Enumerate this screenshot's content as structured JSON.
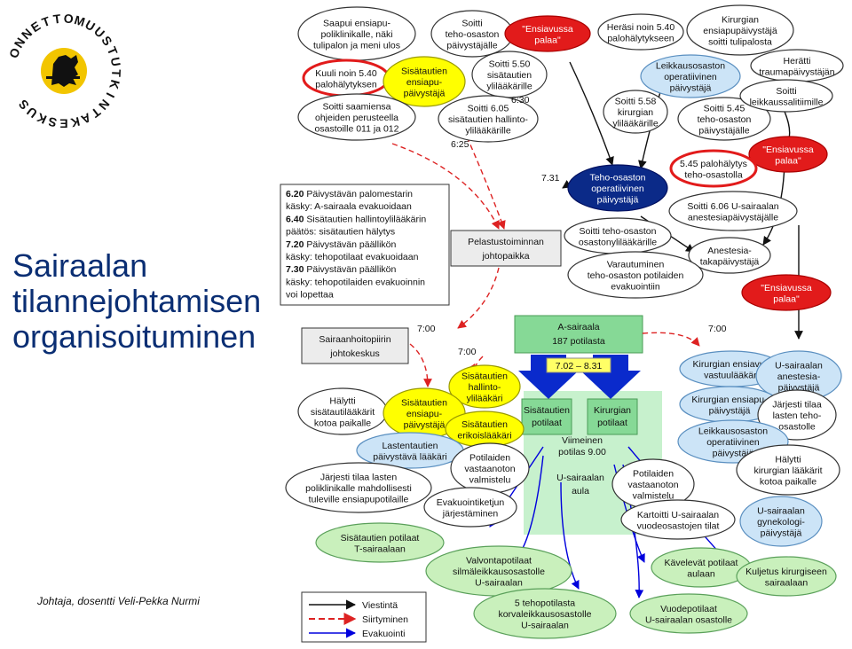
{
  "logo": {
    "ring_text": "ONNETTOMUUSTUTKINTAKESKUS",
    "letters": [
      "O",
      "N",
      "N",
      "E",
      "T",
      "T",
      "O",
      "M",
      "U",
      "U",
      "S",
      "T",
      "U",
      "T",
      "K",
      "I",
      "N",
      "T",
      "A",
      "K",
      "E",
      "S",
      "K",
      "U",
      "S"
    ]
  },
  "title": {
    "line1": "Sairaalan",
    "line2": "tilannejohtamisen",
    "line3": "organisoituminen"
  },
  "author": "Johtaja, dosentti Veli-Pekka Nurmi",
  "colors": {
    "title": "#0a2e73",
    "yellow": "#ffff00",
    "red": "#e21b1b",
    "navy": "#0b2a88",
    "lightblue": "#cce4f7",
    "green": "#c9f0bc",
    "ward": "#c7f1cd",
    "wardHeader": "#86d996",
    "arrow_blue": "#0000dd",
    "arrow_red": "#dd2222"
  },
  "nodes": [
    {
      "id": "n1",
      "style": "white",
      "lines": [
        "Saapui ensiapu-",
        "poliklinikalle, näki",
        "tulipalon ja meni ulos"
      ]
    },
    {
      "id": "n2",
      "style": "white",
      "lines": [
        "Soitti",
        "teho-osaston",
        "päivystäjälle"
      ]
    },
    {
      "id": "n3",
      "style": "red",
      "lines": [
        "\"Ensiavussa",
        "palaa\""
      ]
    },
    {
      "id": "n4",
      "style": "white",
      "lines": [
        "Heräsi noin 5.40",
        "palohälytykseen"
      ]
    },
    {
      "id": "n5",
      "style": "white",
      "lines": [
        "Kirurgian",
        "ensiapupäivystäjä",
        "soitti tulipalosta"
      ]
    },
    {
      "id": "n6",
      "style": "white",
      "redborder": true,
      "lines": [
        "Kuuli noin 5.40",
        "palohälytyksen"
      ]
    },
    {
      "id": "n7",
      "style": "yellow",
      "lines": [
        "Sisätautien",
        "ensiapu-",
        "päivystäjä"
      ]
    },
    {
      "id": "n8",
      "style": "white",
      "lines": [
        "Soitti 5.50",
        "sisätautien",
        "ylilääkärille"
      ]
    },
    {
      "id": "n9",
      "style": "blue",
      "lines": [
        "Leikkausosaston",
        "operatiivinen",
        "päivystäjä"
      ]
    },
    {
      "id": "n10",
      "style": "white",
      "lines": [
        "Herätti",
        "traumapäivystäjän"
      ]
    },
    {
      "id": "n11",
      "style": "white",
      "lines": [
        "Soitti saamiensa",
        "ohjeiden perusteella",
        "osastoille 011 ja 012"
      ]
    },
    {
      "id": "n12",
      "style": "white",
      "lines": [
        "Soitti 6.05",
        "sisätautien hallinto-",
        "ylilääkärille"
      ]
    },
    {
      "id": "n13",
      "style": "white",
      "lines": [
        "Soitti 5.58",
        "kirurgian",
        "ylilääkärille"
      ]
    },
    {
      "id": "n14",
      "style": "white",
      "lines": [
        "Soitti 5.45",
        "teho-osaston",
        "päivystäjälle"
      ]
    },
    {
      "id": "n15",
      "style": "white",
      "lines": [
        "Soitti",
        "leikkaussalitiimille"
      ]
    },
    {
      "id": "n16",
      "style": "red",
      "lines": [
        "\"Ensiavussa",
        "palaa\""
      ]
    },
    {
      "id": "n17",
      "style": "navy",
      "lines": [
        "Teho-osaston",
        "operatiivinen",
        "päivystäjä"
      ]
    },
    {
      "id": "n18",
      "style": "white",
      "redborder": true,
      "lines": [
        "5.45 palohälytys",
        "teho-osastolla"
      ]
    },
    {
      "id": "n19",
      "style": "white",
      "lines": [
        "Soitti 6.06 U-sairaalan",
        "anestesiapäivystäjälle"
      ]
    },
    {
      "id": "n20",
      "style": "white",
      "lines": [
        "Soitti teho-osaston",
        "osastonylilääkärille"
      ]
    },
    {
      "id": "n21",
      "style": "white",
      "lines": [
        "Anestesia-",
        "takapäivystäjä"
      ]
    },
    {
      "id": "n22",
      "style": "white",
      "lines": [
        "Varautuminen",
        "teho-osaston potilaiden",
        "evakuointiin"
      ]
    },
    {
      "id": "n23",
      "style": "red",
      "lines": [
        "\"Ensiavussa",
        "palaa\""
      ]
    },
    {
      "id": "n24",
      "style": "yellow",
      "lines": [
        "Sisätautien",
        "hallinto-",
        "ylilääkäri"
      ]
    },
    {
      "id": "n25",
      "style": "white",
      "lines": [
        "Hälytti",
        "sisätautilääkärit",
        "kotoa paikalle"
      ]
    },
    {
      "id": "n26",
      "style": "yellow",
      "lines": [
        "Sisätautien",
        "ensiapu-",
        "päivystäjä"
      ]
    },
    {
      "id": "n27",
      "style": "yellow",
      "lines": [
        "Sisätautien",
        "erikoislääkäri"
      ]
    },
    {
      "id": "n28",
      "style": "blue",
      "lines": [
        "Kirurgian ensiavun",
        "vastuulääkäri"
      ]
    },
    {
      "id": "n29",
      "style": "blue",
      "lines": [
        "U-sairaalan",
        "anestesia-",
        "päivystäjä"
      ]
    },
    {
      "id": "n30",
      "style": "blue",
      "lines": [
        "Kirurgian ensiapu-",
        "päivystäjä"
      ]
    },
    {
      "id": "n31",
      "style": "white",
      "lines": [
        "Järjesti tilaa",
        "lasten teho-",
        "osastolle"
      ]
    },
    {
      "id": "n32",
      "style": "blue",
      "lines": [
        "Lastentautien",
        "päivystävä lääkäri"
      ]
    },
    {
      "id": "n33",
      "style": "white",
      "lines": [
        "Potilaiden",
        "vastaanoton",
        "valmistelu"
      ]
    },
    {
      "id": "n34",
      "style": "blue",
      "lines": [
        "Leikkausosaston",
        "operatiivinen",
        "päivystäjä"
      ]
    },
    {
      "id": "n35",
      "style": "white",
      "lines": [
        "Hälytti",
        "kirurgian lääkärit",
        "kotoa paikalle"
      ]
    },
    {
      "id": "n36",
      "style": "white",
      "lines": [
        "Järjesti tilaa lasten",
        "poliklinikalle mahdollisesti",
        "tuleville ensiapupotilaille"
      ]
    },
    {
      "id": "n37",
      "style": "white",
      "lines": [
        "Potilaiden",
        "vastaanoton",
        "valmistelu"
      ]
    },
    {
      "id": "n38",
      "style": "white",
      "lines": [
        "Evakuointiketjun",
        "järjestäminen"
      ]
    },
    {
      "id": "n39",
      "style": "white",
      "lines": [
        "Kartoitti U-sairaalan",
        "vuodeosastojen tilat"
      ]
    },
    {
      "id": "n40",
      "style": "blue",
      "lines": [
        "U-sairaalan",
        "gynekologi-",
        "päivystäjä"
      ]
    },
    {
      "id": "n41",
      "style": "green",
      "lines": [
        "Sisätautien potilaat",
        "T-sairaalaan"
      ]
    },
    {
      "id": "n42",
      "style": "green",
      "lines": [
        "Valvontapotilaat",
        "silmäleikkausosastolle",
        "U-sairaalan"
      ]
    },
    {
      "id": "n43",
      "style": "green",
      "lines": [
        "Kävelevät potilaat",
        "aulaan"
      ]
    },
    {
      "id": "n44",
      "style": "green",
      "lines": [
        "Kuljetus kirurgiseen",
        "sairaalaan"
      ]
    },
    {
      "id": "n45",
      "style": "green",
      "lines": [
        "5 tehopotilasta",
        "korvaleikkausosastolle",
        "U-sairaalan"
      ]
    },
    {
      "id": "n46",
      "style": "green",
      "lines": [
        "Vuodepotilaat",
        "U-sairaalan osastolle"
      ]
    }
  ],
  "timeline_box": {
    "entries": [
      {
        "time": "6.20",
        "text": "Päivystävän palomestarin"
      },
      {
        "time": "",
        "text": "käsky: A-sairaala evakuoidaan"
      },
      {
        "time": "6.40",
        "text": "Sisätautien hallintoylilääkärin"
      },
      {
        "time": "",
        "text": "päätös: sisätautien hälytys"
      },
      {
        "time": "7.20",
        "text": "Päivystävän päällikön"
      },
      {
        "time": "",
        "text": "käsky: tehopotilaat evakuoidaan"
      },
      {
        "time": "7.30",
        "text": "Päivystävän päällikön"
      },
      {
        "time": "",
        "text": "käsky: tehopotilaiden evakuoinnin"
      },
      {
        "time": "",
        "text": "voi lopettaa"
      }
    ]
  },
  "command_boxes": {
    "pelastus": [
      "Pelastustoiminnan",
      "johtopaikka"
    ],
    "sairaanhoito": [
      "Sairaanhoitopiirin",
      "johtokeskus"
    ]
  },
  "a_hospital": {
    "header": [
      "A-sairaala",
      "187 potilasta"
    ],
    "time_range": "7.02 – 8.31",
    "left": [
      "Sisätautien",
      "potilaat"
    ],
    "right": [
      "Kirurgian",
      "potilaat"
    ],
    "last": [
      "Viimeinen",
      "potilas 9.00"
    ],
    "lobby": [
      "U-sairaalan",
      "aula"
    ]
  },
  "time_labels": {
    "t630": "6:30",
    "t625": "6:25",
    "t731": "7.31",
    "t700a": "7:00",
    "t700b": "7:00",
    "t700c": "7:00"
  },
  "legend": {
    "items": [
      "Viestintä",
      "Siirtyminen",
      "Evakuointi"
    ]
  }
}
